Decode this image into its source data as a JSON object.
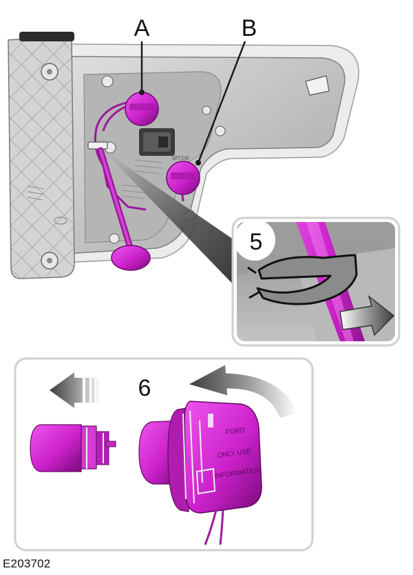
{
  "callouts": {
    "a": "A",
    "b": "B",
    "step_5": "5",
    "step_6": "6"
  },
  "housing_label": "WY5W",
  "socket_print": {
    "line1": "FORD",
    "line2": "ONLY USE",
    "line3": "INFORMATION"
  },
  "figure_code": "E203702",
  "colors": {
    "highlight": "#cc22cc",
    "highlight_dark": "#8a0f8a",
    "housing": "#c9c9c9",
    "housing_dark": "#8c8c8c",
    "arrow": "#444444",
    "panel_border": "#cfcfcf"
  }
}
